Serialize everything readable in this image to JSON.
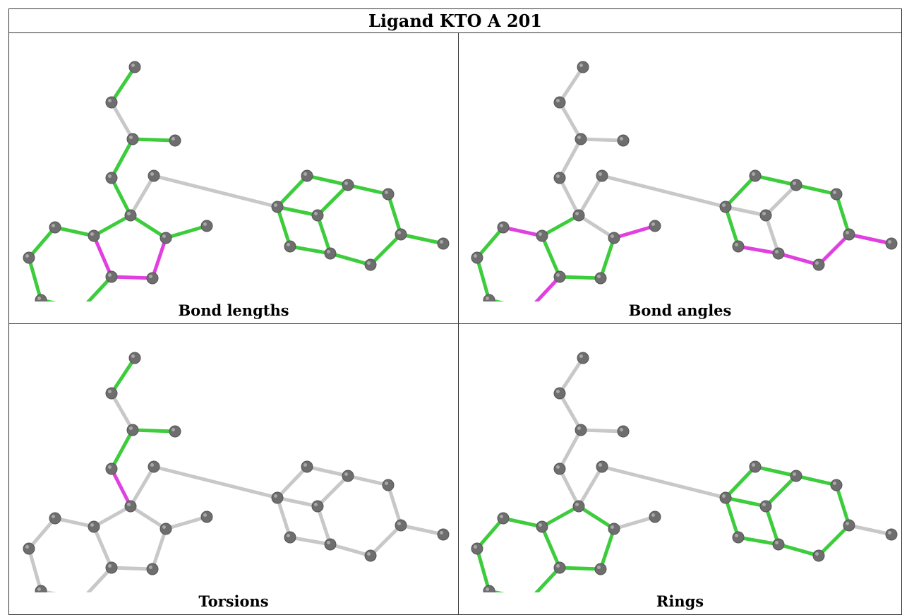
{
  "title": "Ligand KTO A 201",
  "panels": [
    {
      "caption": "Bond lengths"
    },
    {
      "caption": "Bond angles"
    },
    {
      "caption": "Torsions"
    },
    {
      "caption": "Rings"
    }
  ],
  "colors": {
    "outlier": "#e040e0",
    "ok": "#3ccc3c",
    "neutral": "#c8c8c8",
    "atom": "#6e6e6e"
  }
}
